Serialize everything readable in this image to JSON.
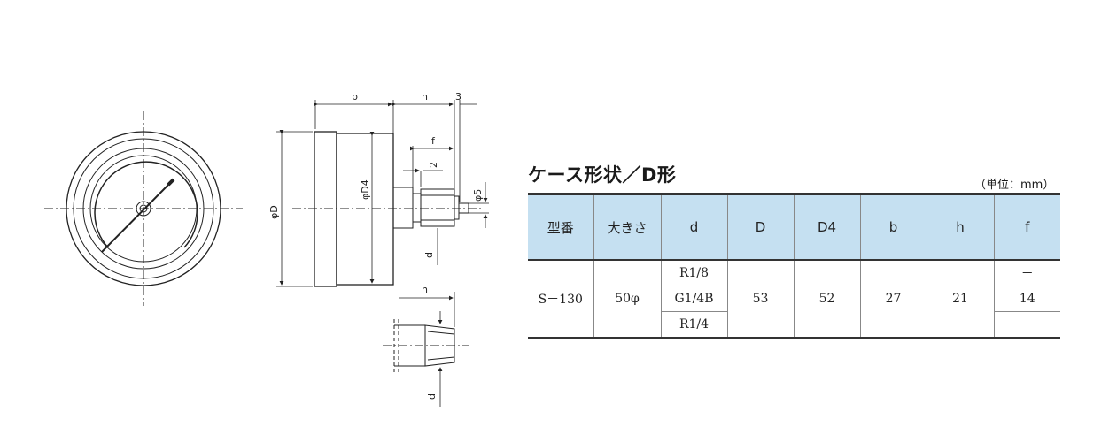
{
  "title": "ケース形状／D形",
  "unit": "（単位：mm）",
  "drawing_labels": {
    "b": "b",
    "h": "h",
    "three": "3",
    "f": "f",
    "two": "2",
    "phi5": "φ5",
    "phiD": "φD",
    "phiD4": "φD4",
    "d": "d",
    "h_lower": "h",
    "d_lower": "d"
  },
  "table": {
    "headers": [
      "型番",
      "大きさ",
      "d",
      "D",
      "D4",
      "b",
      "h",
      "f"
    ],
    "model": "S－130",
    "size": "50φ",
    "d_values": [
      "R1/8",
      "G1/4B",
      "R1/4"
    ],
    "D": "53",
    "D4": "52",
    "b": "27",
    "h": "21",
    "f_values": [
      "－",
      "14",
      "－"
    ]
  }
}
